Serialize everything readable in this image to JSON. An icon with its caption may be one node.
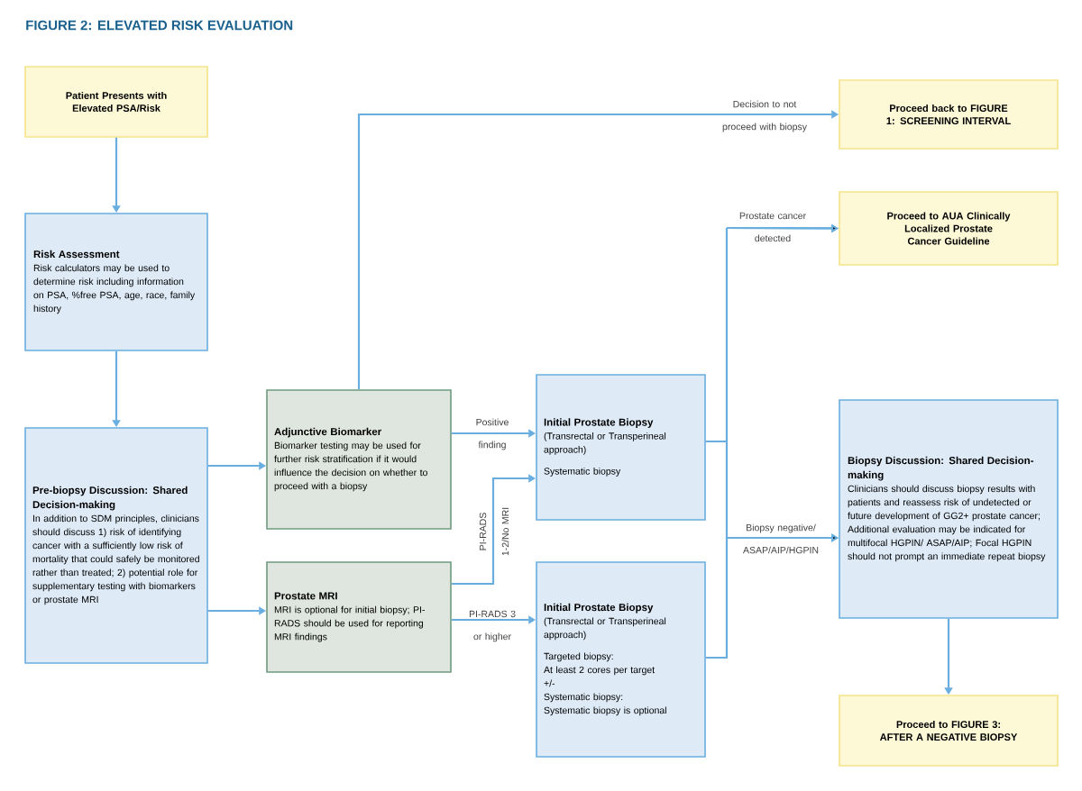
{
  "diagram": {
    "title": "FIGURE 2: ELEVATED RISK EVALUATION",
    "nodes": [
      {
        "text": [
          "Patient Presents with Elevated PSA/Risk"
        ]
      },
      {
        "text": [
          "Risk Assessment",
          "Risk calculators may be used to determine risk including information on PSA, %free PSA, age, race, family history"
        ]
      },
      {
        "text": [
          "Pre-biopsy Discussion: Shared Decision-making",
          "In addition to SDM principles, clinicians should discuss 1) risk of identifying cancer with a sufficiently low risk of mortality that could safely be monitored rather than treated; 2) potential role for supplementary testing with biomarkers or prostate MRI"
        ]
      },
      {
        "text": [
          "Adjunctive Biomarker",
          "Biomarker testing may be used for further risk stratification if it would influence the decision on whether to proceed with a biopsy"
        ]
      },
      {
        "text": [
          "Prostate MRI",
          "MRI is optional for initial biopsy; PI-RADS should be used for reporting MRI findings"
        ]
      },
      {
        "text": [
          "Initial Prostate Biopsy",
          "(Transrectal or Transperineal approach)",
          "Systematic biopsy"
        ]
      },
      {
        "text": [
          "Initial Prostate Biopsy",
          "(Transrectal or Transperineal approach)",
          "Targeted biopsy:",
          "At least 2 cores per target",
          "+/-",
          "Systematic biopsy:",
          "Systematic biopsy is optional"
        ]
      },
      {
        "text": [
          "Proceed back to FIGURE 1: SCREENING INTERVAL"
        ]
      },
      {
        "text": [
          "Proceed to AUA Clinically Localized Prostate Cancer Guideline"
        ]
      },
      {
        "text": [
          "Biopsy Discussion: Shared Decision-making",
          "Clinicians should discuss biopsy results with patients and reassess risk of undetected or future development of GG2+ prostate cancer; Additional evaluation may be indicated for multifocal HGPIN/ ASAP/AIP; Focal HGPIN should not prompt an immediate repeat biopsy"
        ]
      },
      {
        "text": [
          "Proceed to FIGURE 3: AFTER A NEGATIVE BIOPSY"
        ]
      }
    ],
    "edges": [
      {
        "from": 0,
        "to": 1,
        "arrow": "to"
      },
      {
        "from": 1,
        "to": 2,
        "arrow": "to"
      },
      {
        "from": 2,
        "to": 3,
        "arrow": "to"
      },
      {
        "from": 2,
        "to": 4,
        "arrow": "to"
      },
      {
        "from": 3,
        "to": 7,
        "arrow": "to",
        "label": "Decision to not proceed with biopsy"
      },
      {
        "from": 3,
        "to": 5,
        "arrow": "to",
        "label": "Positive finding"
      },
      {
        "from": 4,
        "to": 5,
        "arrow": "to",
        "label": "PI-RADS 1-2/No MRI"
      },
      {
        "from": 4,
        "to": 6,
        "arrow": "to",
        "label": "PI-RADS 3 or higher"
      },
      {
        "from": 5,
        "to": 8,
        "arrow": "to",
        "label": "Prostate cancer detected"
      },
      {
        "from": 6,
        "to": 8,
        "arrow": "to"
      },
      {
        "from": 5,
        "to": 9,
        "arrow": "to",
        "label": "Biopsy negative/ ASAP/AIP/HGPIN"
      },
      {
        "from": 6,
        "to": 9,
        "arrow": "to"
      },
      {
        "from": 9,
        "to": 10,
        "arrow": "to"
      }
    ]
  }
}
